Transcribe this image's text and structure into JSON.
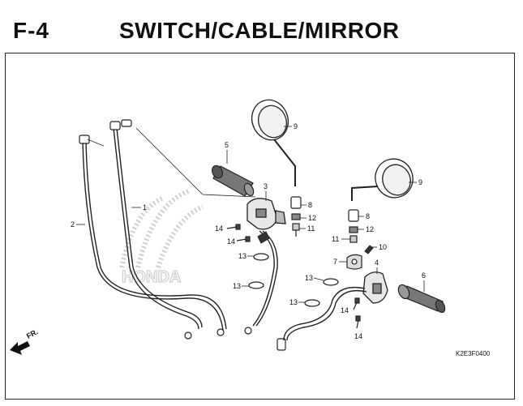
{
  "header": {
    "code": "F-4",
    "title": "SWITCH/CABLE/MIRROR"
  },
  "footer": {
    "reference": "K2E3F0400",
    "direction": "FR."
  },
  "callouts": [
    "1",
    "2",
    "3",
    "4",
    "5",
    "6",
    "7",
    "8",
    "8",
    "9",
    "9",
    "10",
    "11",
    "11",
    "12",
    "12",
    "13",
    "13",
    "13",
    "13",
    "14",
    "14",
    "14",
    "14"
  ],
  "colors": {
    "line": "#222222",
    "watermark": "#c8c8c8"
  }
}
